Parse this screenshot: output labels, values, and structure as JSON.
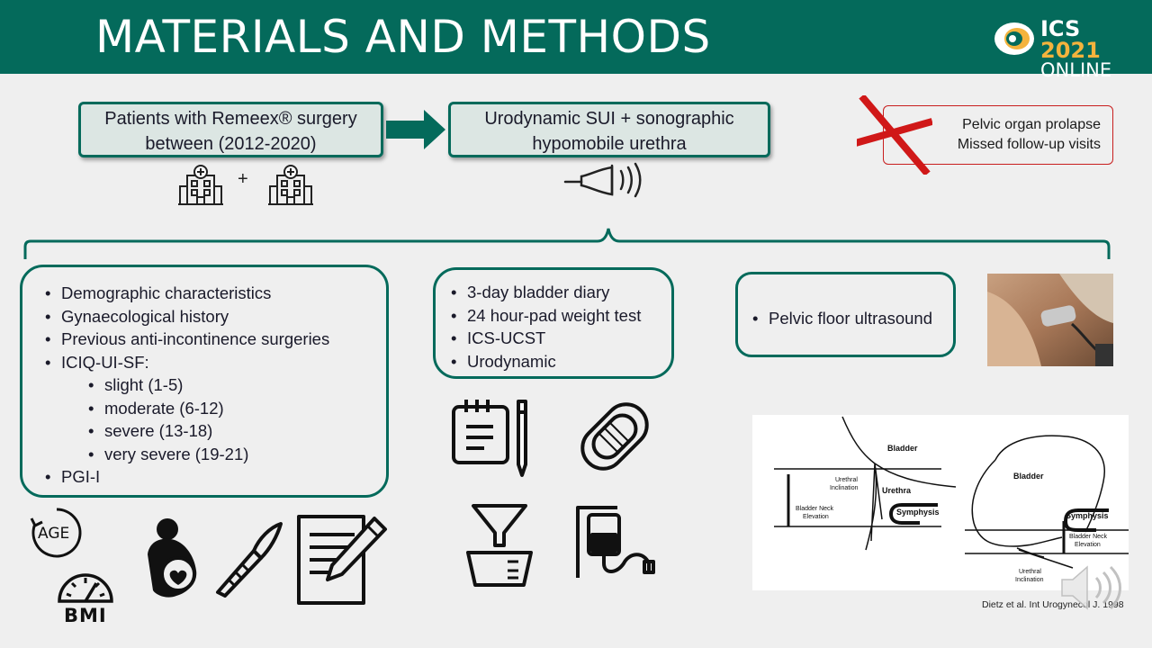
{
  "header": {
    "title": "MATERIALS AND METHODS",
    "logo": {
      "line1_a": "ICS",
      "line1_b": "2021",
      "line2": "ONLINE",
      "brand_color": "#046a5b",
      "accent_color": "#f4b33d"
    }
  },
  "flow": {
    "patients_box": {
      "line1": "Patients with Remeex® surgery",
      "line2": "between (2012-2020)"
    },
    "plus": "+",
    "urodynamic_box": {
      "line1": "Urodynamic SUI + sonographic",
      "line2": "hypomobile urethra"
    }
  },
  "exclusion": {
    "line1": "Pelvic organ prolapse",
    "line2": "Missed follow-up visits",
    "color": "#c81e1e"
  },
  "box_left": {
    "items": [
      "Demographic characteristics",
      "Gynaecological history",
      "Previous anti-incontinence surgeries",
      "ICIQ-UI-SF:"
    ],
    "sub_items": [
      "slight (1-5)",
      "moderate (6-12)",
      "severe (13-18)",
      "very severe (19-21)"
    ],
    "last_item": "PGI-I"
  },
  "box_middle": {
    "items": [
      "3-day bladder diary",
      "24 hour-pad weight test",
      "ICS-UCST",
      "Urodynamic"
    ]
  },
  "box_right": {
    "items": [
      "Pelvic floor ultrasound"
    ]
  },
  "icons": {
    "age_label": "AGE",
    "bmi_label": "BMI"
  },
  "diagram": {
    "left": {
      "bladder": "Bladder",
      "urethral_inclination_1": "Urethral",
      "urethral_inclination_2": "Inclination",
      "urethra": "Urethra",
      "bne_1": "Bladder Neck",
      "bne_2": "Elevation",
      "symphysis": "Symphysis"
    },
    "right": {
      "bladder": "Bladder",
      "symphysis": "Symphysis",
      "bne_1": "Bladder Neck",
      "bne_2": "Elevation",
      "urethral_inclination_1": "Urethral",
      "urethral_inclination_2": "Inclination"
    }
  },
  "citation": "Dietz et al. Int Urogynecol J. 1998"
}
